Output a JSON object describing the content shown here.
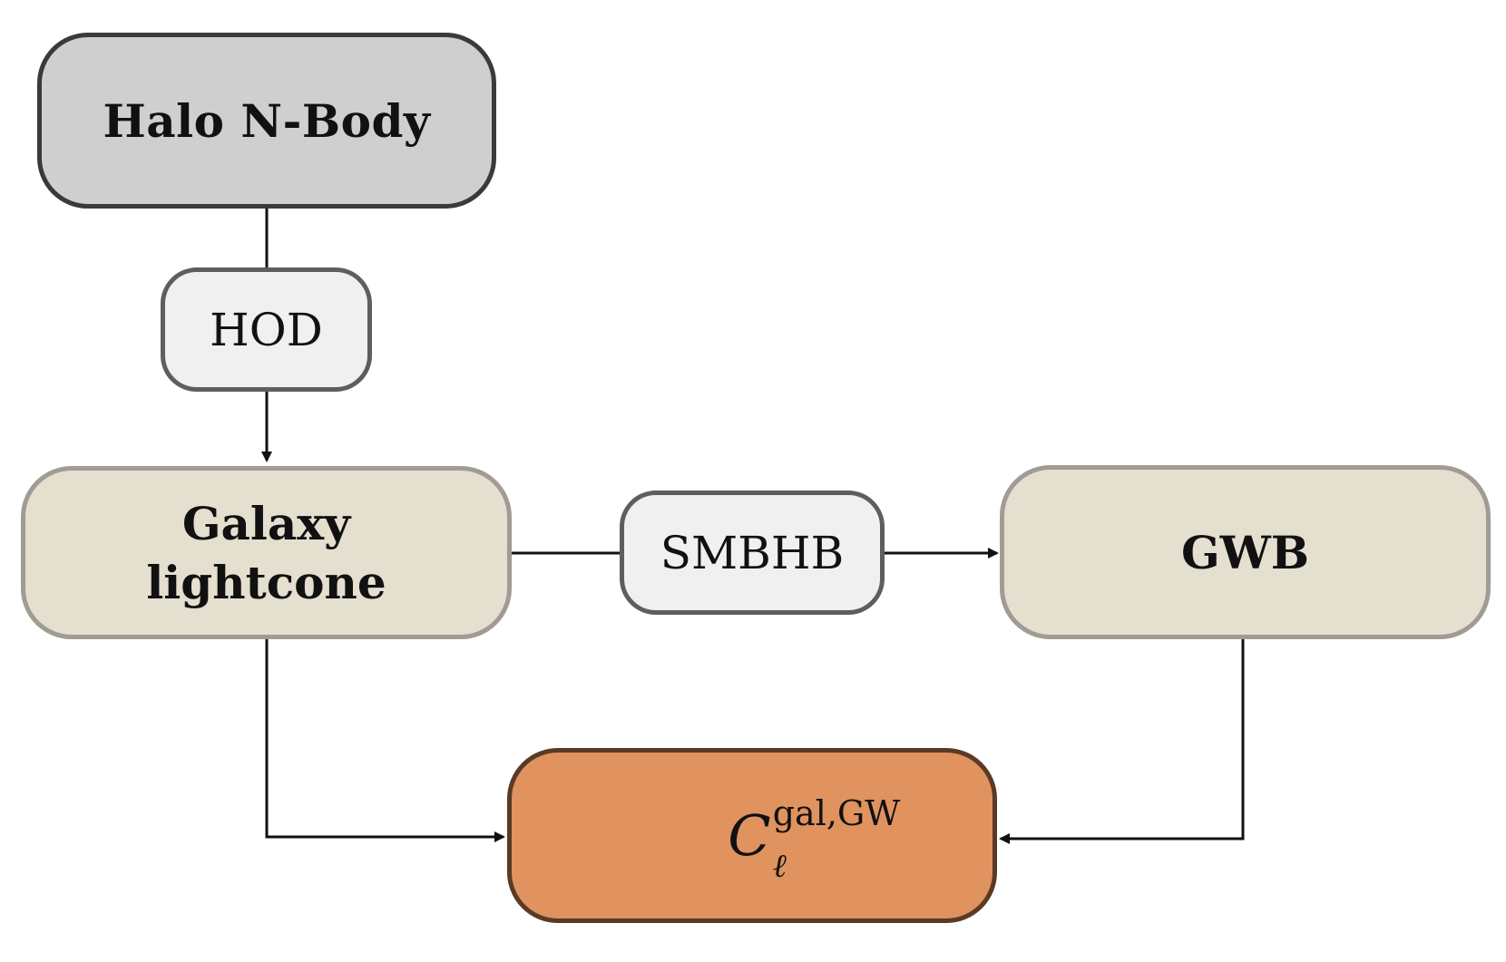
{
  "colors": {
    "halo_fill": "#d0cfd0",
    "process_fill": "#f0f0f0",
    "data_fill": "#e4dfcf",
    "result_fill": "#e0925f",
    "line": "#111111"
  },
  "nodes": {
    "halo": {
      "label": "Halo N-Body"
    },
    "hod": {
      "label": "HOD"
    },
    "galaxy": {
      "label": "Galaxy\nlightcone"
    },
    "smbhb": {
      "label": "SMBHB"
    },
    "gwb": {
      "label": "GWB"
    },
    "cl": {
      "symbol": "C",
      "superscript": "gal,GW",
      "subscript": "ℓ"
    }
  },
  "edges": [
    {
      "from": "halo",
      "to": "galaxy",
      "via": "hod"
    },
    {
      "from": "galaxy",
      "to": "gwb",
      "via": "smbhb"
    },
    {
      "from": "galaxy",
      "to": "cl"
    },
    {
      "from": "gwb",
      "to": "cl"
    }
  ]
}
